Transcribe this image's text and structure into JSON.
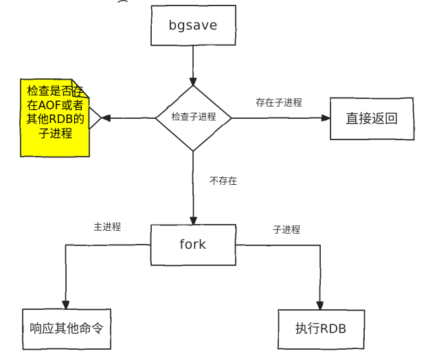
{
  "flowchart": {
    "nodes": {
      "bgsave": {
        "label": "bgsave"
      },
      "check_child_process": {
        "label": "检查子进程"
      },
      "direct_return": {
        "label": "直接返回"
      },
      "fork": {
        "label": "fork"
      },
      "respond_other_commands": {
        "label": "响应其他命令"
      },
      "execute_rdb": {
        "label": "执行RDB"
      }
    },
    "note": {
      "full_text": "检查是否存在AOF或者其他RDB的子进程",
      "lines": [
        "检查是否存",
        "在AOF或者",
        "其他RDB的",
        "子进程"
      ]
    },
    "edge_labels": {
      "exists_child": "存在子进程",
      "not_exists": "不存在",
      "main_process": "主进程",
      "child_process": "子进程"
    },
    "colors": {
      "note_fill": "#ffff00",
      "node_fill": "#ffffff",
      "stroke": "#212121",
      "background": "#ffffff"
    }
  }
}
